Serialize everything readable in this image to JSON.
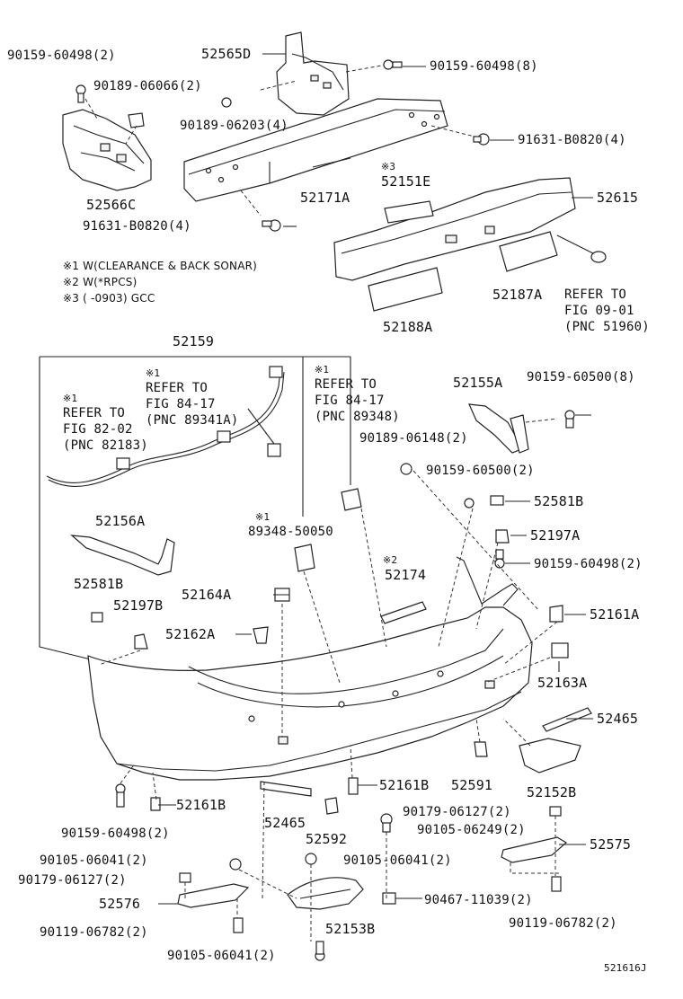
{
  "notes": [
    "※1 W(CLEARANCE & BACK SONAR)",
    "※2 W(*RPCS)",
    "※3 (      -0903) GCC"
  ],
  "labels": {
    "l1": "90159-60498(2)",
    "l2": "52565D",
    "l3": "90159-60498(8)",
    "l4": "90189-06066(2)",
    "l5": "90189-06203(4)",
    "l6": "91631-B0820(4)",
    "l7": "※3",
    "l8": "52151E",
    "l9": "52566C",
    "l10": "52171A",
    "l11": "52615",
    "l12": "91631-B0820(4)",
    "l13": "52187A",
    "l14": "REFER TO",
    "l15": "FIG 09-01",
    "l16": "(PNC 51960)",
    "l17": "52188A",
    "l18": "52159",
    "l19": "※1",
    "l20": "REFER TO",
    "l21": "FIG 84-17",
    "l22": "(PNC 89341A)",
    "l23": "※1",
    "l24": "REFER TO",
    "l25": "FIG 84-17",
    "l26": "(PNC 89348)",
    "l27": "52155A",
    "l28": "90159-60500(8)",
    "l29": "※1",
    "l30": "REFER TO",
    "l31": "FIG 82-02",
    "l32": "(PNC 82183)",
    "l33": "90189-06148(2)",
    "l34": "90159-60500(2)",
    "l35": "52581B",
    "l36": "※1",
    "l37": "89348-50050",
    "l38": "52156A",
    "l39": "52197A",
    "l40": "90159-60498(2)",
    "l41": "※2",
    "l42": "52174",
    "l43": "52581B",
    "l44": "52164A",
    "l45": "52197B",
    "l46": "52161A",
    "l47": "52162A",
    "l48": "52163A",
    "l49": "52465",
    "l50": "52161B",
    "l51": "52591",
    "l52": "52152B",
    "l53": "52161B",
    "l54": "90159-60498(2)",
    "l55": "52465",
    "l56": "90179-06127(2)",
    "l57": "52592",
    "l58": "90105-06249(2)",
    "l59": "52575",
    "l60": "90105-06041(2)",
    "l61": "90105-06041(2)",
    "l62": "90179-06127(2)",
    "l63": "52576",
    "l64": "90467-11039(2)",
    "l65": "90119-06782(2)",
    "l66": "52153B",
    "l67": "90119-06782(2)",
    "l68": "90105-06041(2)",
    "l69": "521616J"
  }
}
